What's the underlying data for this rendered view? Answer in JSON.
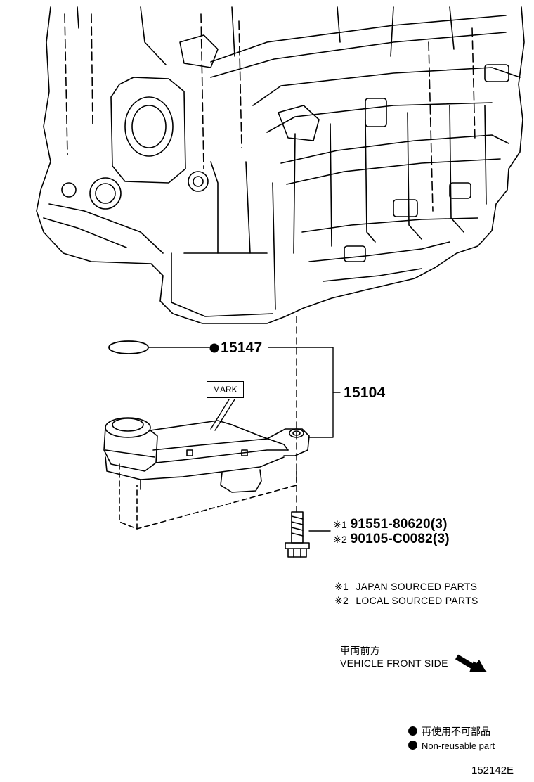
{
  "callouts": {
    "oring_part": "15147",
    "assembly_part": "15104",
    "mark_label": "MARK",
    "bolt_japan_prefix": "※1",
    "bolt_japan_part": "91551-80620(3)",
    "bolt_local_prefix": "※2",
    "bolt_local_part": "90105-C0082(3)"
  },
  "notes": {
    "note1_prefix": "※1",
    "note1_text": "JAPAN SOURCED PARTS",
    "note2_prefix": "※2",
    "note2_text": "LOCAL SOURCED PARTS"
  },
  "orientation": {
    "jp_text": "車両前方",
    "en_text": "VEHICLE FRONT SIDE",
    "arrow_icon": "arrow-down-right-icon"
  },
  "legend": {
    "jp_text": "再使用不可部品",
    "en_text": "Non-reusable part"
  },
  "figure_id": "152142E"
}
